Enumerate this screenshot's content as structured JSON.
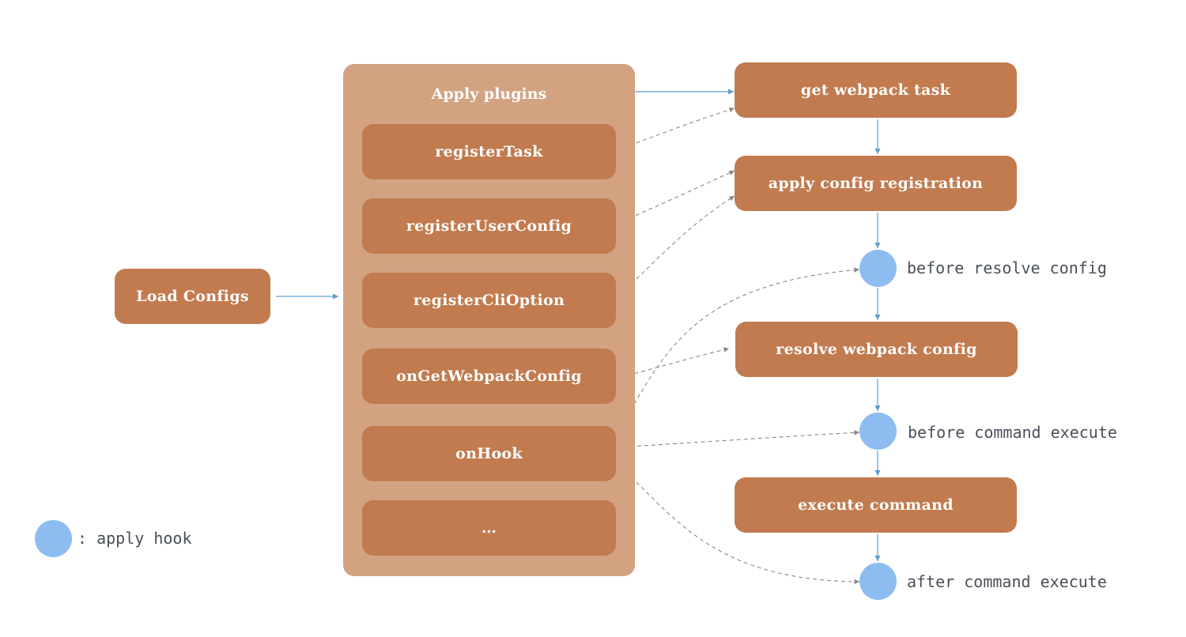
{
  "load_configs": {
    "label": "Load Configs"
  },
  "plugins": {
    "title": "Apply plugins",
    "items": [
      {
        "label": "registerTask"
      },
      {
        "label": "registerUserConfig"
      },
      {
        "label": "registerCliOption"
      },
      {
        "label": "onGetWebpackConfig"
      },
      {
        "label": "onHook"
      },
      {
        "label": "…"
      }
    ]
  },
  "flow": {
    "steps": [
      {
        "label": "get webpack task"
      },
      {
        "label": "apply config registration"
      },
      {
        "label": "resolve webpack config"
      },
      {
        "label": "execute command"
      }
    ],
    "hooks": [
      {
        "label": "before resolve config"
      },
      {
        "label": "before command execute"
      },
      {
        "label": "after command execute"
      }
    ]
  },
  "legend": {
    "label": ": apply hook"
  },
  "colors": {
    "box": "#c17b4f",
    "panel": "#d2a281",
    "hook": "#8dbcf1",
    "solid_arrow": "#5a9fd0",
    "dashed_arrow": "#888888"
  }
}
